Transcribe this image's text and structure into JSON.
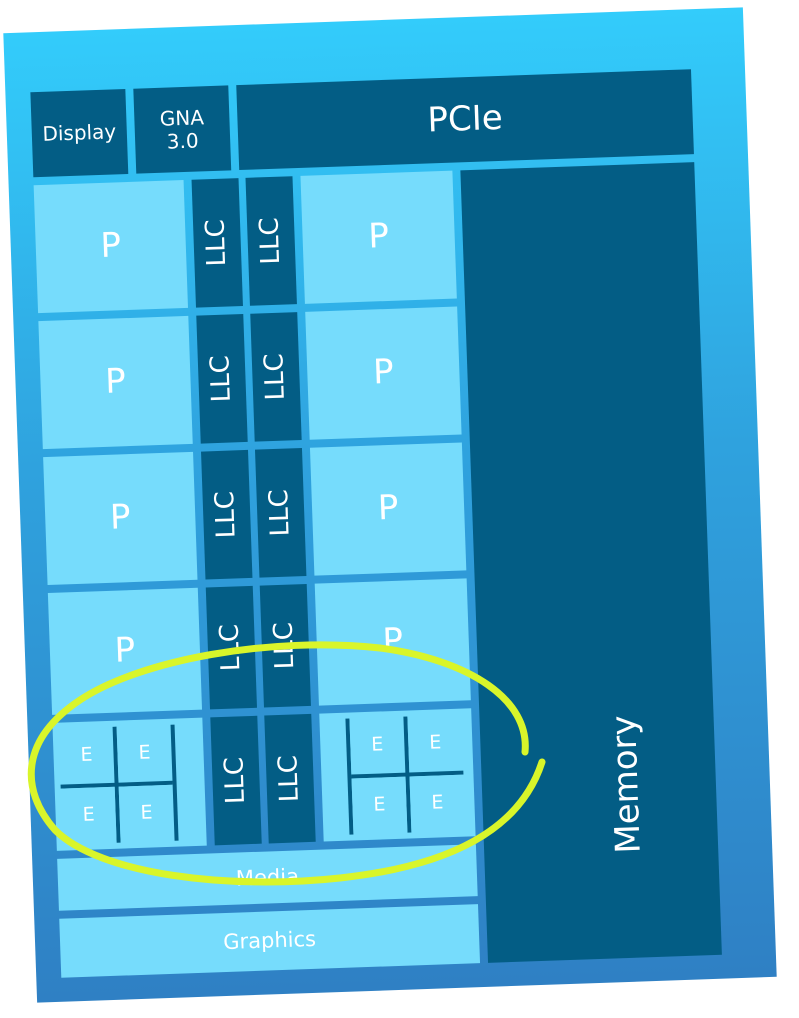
{
  "blocks": {
    "display": "Display",
    "gna": "GNA\n3.0",
    "pcie": "PCIe",
    "memory": "Memory",
    "media": "Media",
    "graphics": "Graphics",
    "p_core": "P",
    "e_core": "E",
    "llc": "LLC"
  },
  "colors": {
    "die_top": "#33ccfb",
    "die_bottom": "#2f80c4",
    "dark_block": "#035d85",
    "light_block": "#76dcfc",
    "highlight": "#d9f52a"
  }
}
